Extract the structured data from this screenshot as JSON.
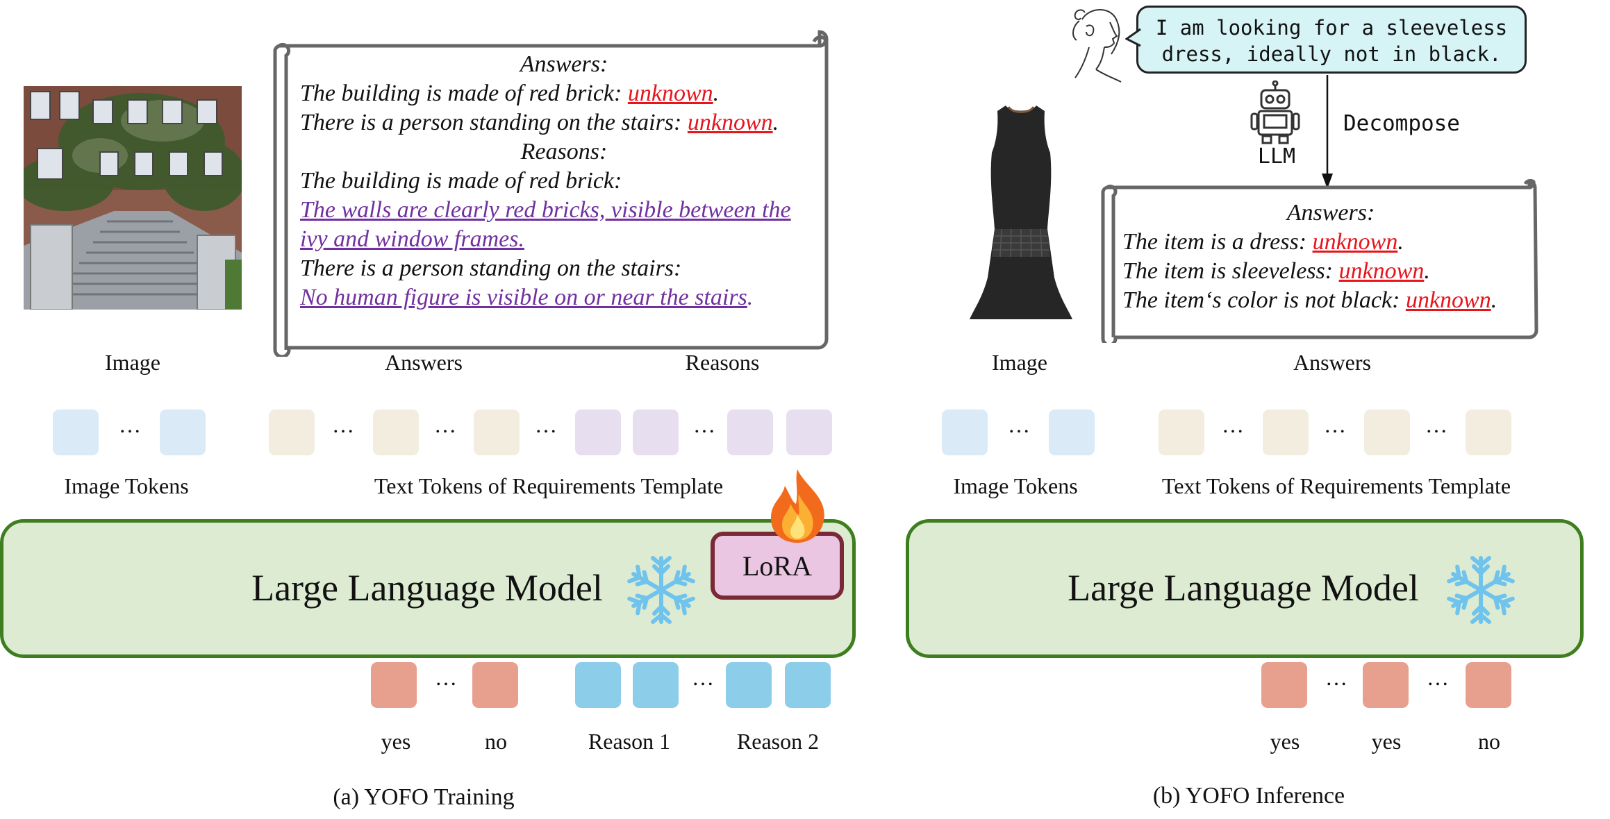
{
  "training": {
    "scroll": {
      "answers_header": "Answers:",
      "answer_lines": [
        {
          "text": "The building is made of red brick: ",
          "value": "unknown"
        },
        {
          "text": "There is a person standing on the stairs: ",
          "value": "unknown"
        }
      ],
      "reasons_header": "Reasons:",
      "reason_1_prompt": "The building is made of red brick:",
      "reason_1_text_a": "The walls are clearly red bricks, visible between the",
      "reason_1_text_b": "ivy and window frames.",
      "reason_2_prompt": "There is a person standing on the stairs:",
      "reason_2_text": "No human figure is visible on or near the stairs"
    },
    "labels": {
      "image": "Image",
      "answers": "Answers",
      "reasons": "Reasons",
      "image_tokens": "Image Tokens",
      "text_tokens": "Text Tokens of Requirements Template"
    },
    "llm": "Large Language Model",
    "lora": "LoRA",
    "outputs": [
      "yes",
      "no",
      "Reason 1",
      "Reason 2"
    ],
    "caption": "(a) YOFO Training"
  },
  "inference": {
    "query": "I am looking for a sleeveless\ndress, ideally not in black.",
    "decompose": "Decompose",
    "llm_agent": "LLM",
    "scroll": {
      "answers_header": "Answers:",
      "answer_lines": [
        {
          "text": "The item is a dress: ",
          "value": "unknown"
        },
        {
          "text": "The item is sleeveless: ",
          "value": "unknown"
        },
        {
          "text": "The item‘s color is not black: ",
          "value": "unknown"
        }
      ]
    },
    "labels": {
      "image": "Image",
      "answers": "Answers",
      "image_tokens": "Image Tokens",
      "text_tokens": "Text Tokens of Requirements Template"
    },
    "llm": "Large Language Model",
    "outputs": [
      "yes",
      "yes",
      "no"
    ],
    "caption": "(b) YOFO Inference"
  },
  "colors": {
    "image_token": "#dbeaf7",
    "text_token": "#f3eddf",
    "reason_token": "#e7dff0",
    "answer_out": "#e8a08e",
    "reason_out": "#8ccde9",
    "llm_fill": "#dcebd2",
    "llm_border": "#3e7e1f",
    "lora_fill": "#ebc6e2",
    "lora_border": "#7a2a37",
    "unknown": "#e8141b",
    "reason_text": "#7030a0",
    "bubble": "#d6f3f5"
  },
  "icons": [
    "snowflake-icon",
    "fire-icon",
    "robot-icon",
    "woman-sketch-icon",
    "arrow-down-icon",
    "scroll-icon",
    "building-photo",
    "dress-photo"
  ]
}
